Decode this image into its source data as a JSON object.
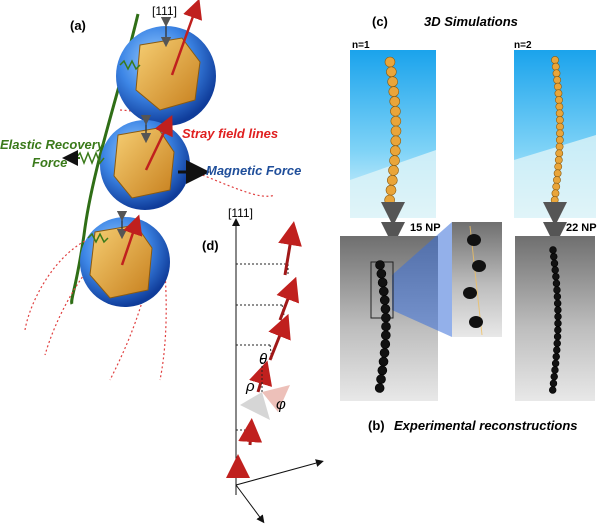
{
  "panel_labels": {
    "a": "(a)",
    "b": "(b)",
    "c": "(c)",
    "d": "(d)"
  },
  "panel_a": {
    "axis_111": "[111]",
    "stray_field": "Stray field lines",
    "elastic_recovery_line1": "Elastic Recovery",
    "elastic_recovery_line2": "Force",
    "magnetic_force": "Magnetic Force"
  },
  "panel_c": {
    "title": "3D Simulations",
    "sim_left_label": "n=1",
    "sim_right_label": "n=2"
  },
  "panel_b": {
    "title": "Experimental reconstructions",
    "np_left": "15 NP",
    "np_right": "22 NP"
  },
  "panel_d": {
    "axis_111": "[111]",
    "theta": "θ",
    "rho": "ρ",
    "phi": "φ"
  },
  "colors": {
    "sphere_blue": "#2b6fd6",
    "cube_orange": "#e9a53a",
    "arrow_red": "#c0201e",
    "spring_green": "#3a7a1a",
    "stray_red": "#e04040",
    "sim_sky": "#28b4f0",
    "magnetic_blue": "#1f4e9a"
  }
}
